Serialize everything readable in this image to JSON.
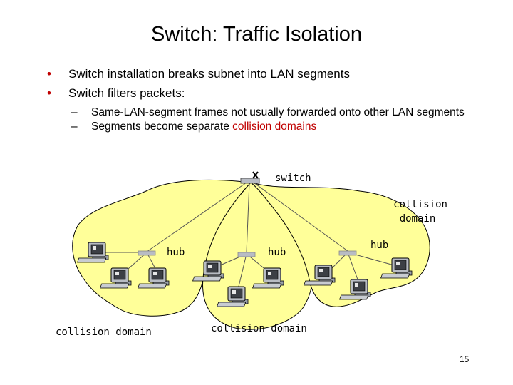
{
  "slide": {
    "title": "Switch: Traffic Isolation",
    "bullets": [
      "Switch installation breaks subnet into LAN segments",
      "Switch filters packets:"
    ],
    "subbullets": [
      {
        "text": "Same-LAN-segment frames not usually forwarded onto other LAN segments",
        "highlight": ""
      },
      {
        "text": "Segments become separate ",
        "highlight": "collision  domains"
      }
    ],
    "page_number": "15"
  },
  "diagram": {
    "switch_label": "switch",
    "hub_labels": [
      "hub",
      "hub",
      "hub"
    ],
    "collision_labels": [
      "collision domain",
      "collision domain"
    ],
    "collision_label_right": [
      "collision",
      "domain"
    ],
    "colors": {
      "domain_fill": "#ffff99",
      "highlight_text": "#c00000",
      "device": "#b8bcc4"
    },
    "icons": [
      "switch-icon",
      "hub-icon",
      "computer-icon"
    ]
  }
}
